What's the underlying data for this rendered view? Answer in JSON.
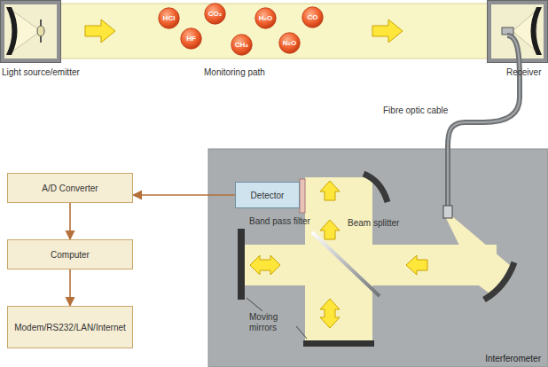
{
  "diagram": {
    "nodes": [
      {
        "text": [
          "HCl"
        ]
      },
      {
        "text": [
          "CO₂"
        ]
      },
      {
        "text": [
          "H₂O"
        ]
      },
      {
        "text": [
          "CO"
        ]
      },
      {
        "text": [
          "HF"
        ]
      },
      {
        "text": [
          "CH₄"
        ]
      },
      {
        "text": [
          "N₂O"
        ]
      },
      {
        "text": [
          "A/D Converter"
        ]
      },
      {
        "text": [
          "Computer"
        ]
      },
      {
        "text": [
          "Modem/RS232/LAN/Internet"
        ]
      },
      {
        "text": [
          "Interferometer"
        ]
      },
      {
        "text": [
          "Detector"
        ],
        "in": 10
      }
    ],
    "edges": [
      {
        "from": 11,
        "to": 7,
        "arrow": "to"
      },
      {
        "from": 7,
        "to": 8,
        "arrow": "to"
      },
      {
        "from": 8,
        "to": 9,
        "arrow": "to"
      }
    ],
    "labels": [
      "Light source/emitter",
      "Monitoring path",
      "Receiver",
      "Fibre optic cable",
      "Band pass filter",
      "Beam splitter",
      "Moving mirrors"
    ]
  }
}
